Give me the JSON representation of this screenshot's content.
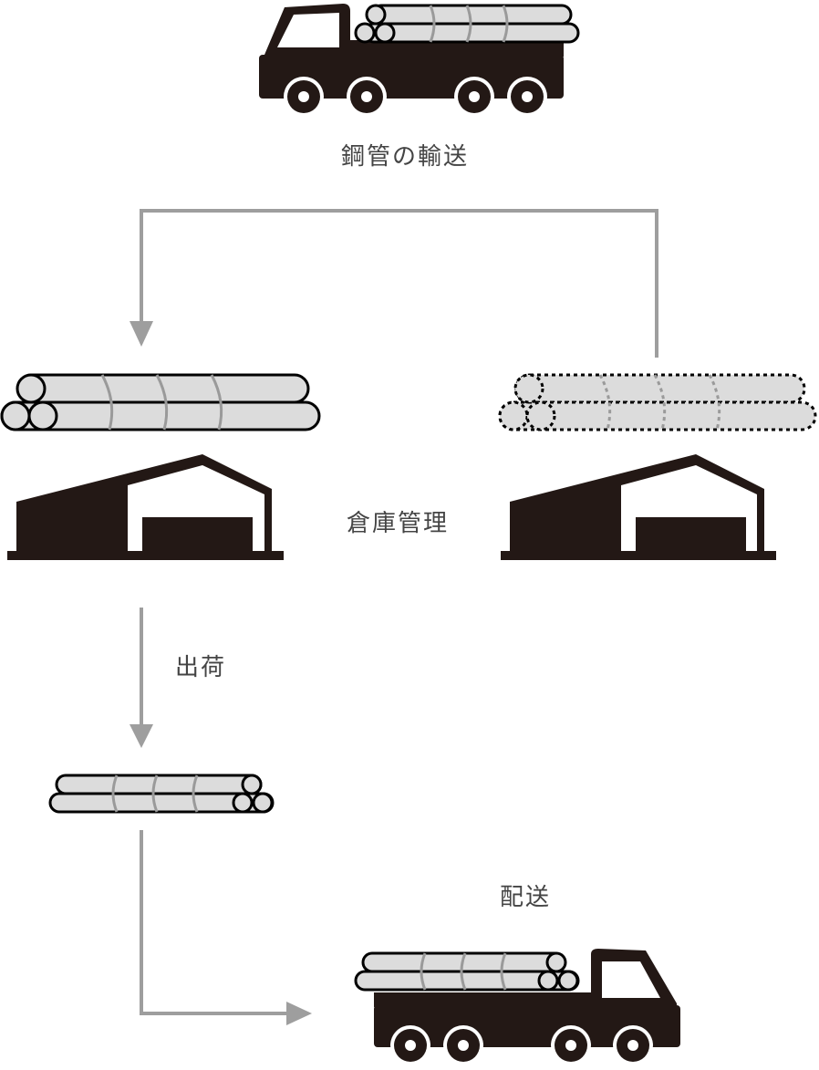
{
  "labels": {
    "transport": "鋼管の輸送",
    "warehouse": "倉庫管理",
    "shipping": "出荷",
    "delivery": "配送"
  },
  "colors": {
    "dark": "#231815",
    "pipe_fill": "#dcdcdc",
    "pipe_band": "#9a9a9a",
    "arrow": "#9e9e9e",
    "text": "#444444"
  },
  "icons": [
    "truck-icon",
    "pipe-stack-icon",
    "warehouse-icon",
    "arrow-icon"
  ]
}
